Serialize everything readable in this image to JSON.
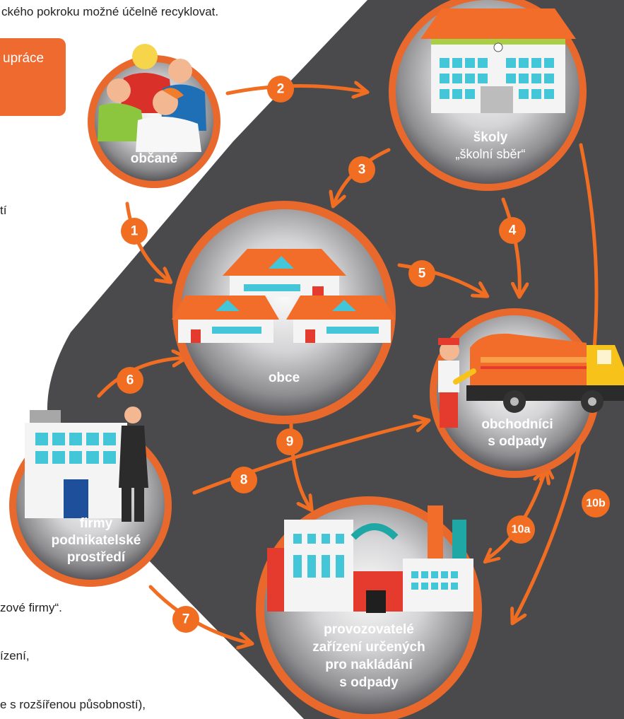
{
  "fragments": {
    "top": "ckého pokroku možné účelně recyklovat.",
    "tag": "upráce",
    "side_ti": "tí",
    "firmy_suffix": "zové firmy“.",
    "zeni": "ízení,",
    "bottom": "e s rozšířenou působností),"
  },
  "nodes": {
    "obcane": "občané",
    "skoly_title": "školy",
    "skoly_sub": "„školní sběr“",
    "obce": "obce",
    "obchodnici_1": "obchodníci",
    "obchodnici_2": "s odpady",
    "firmy_1": "firmy",
    "firmy_2": "podnikatelské",
    "firmy_3": "prostředí",
    "prov_1": "provozovatelé",
    "prov_2": "zařízení určených",
    "prov_3": "pro nakládání",
    "prov_4": "s odpady"
  },
  "flows": [
    "1",
    "2",
    "3",
    "4",
    "5",
    "6",
    "7",
    "8",
    "9",
    "10a",
    "10b"
  ],
  "colors": {
    "accent": "#ee6a2e",
    "band": "#4a4a4c",
    "badge": "#f06d22",
    "text_dark": "#222222"
  }
}
